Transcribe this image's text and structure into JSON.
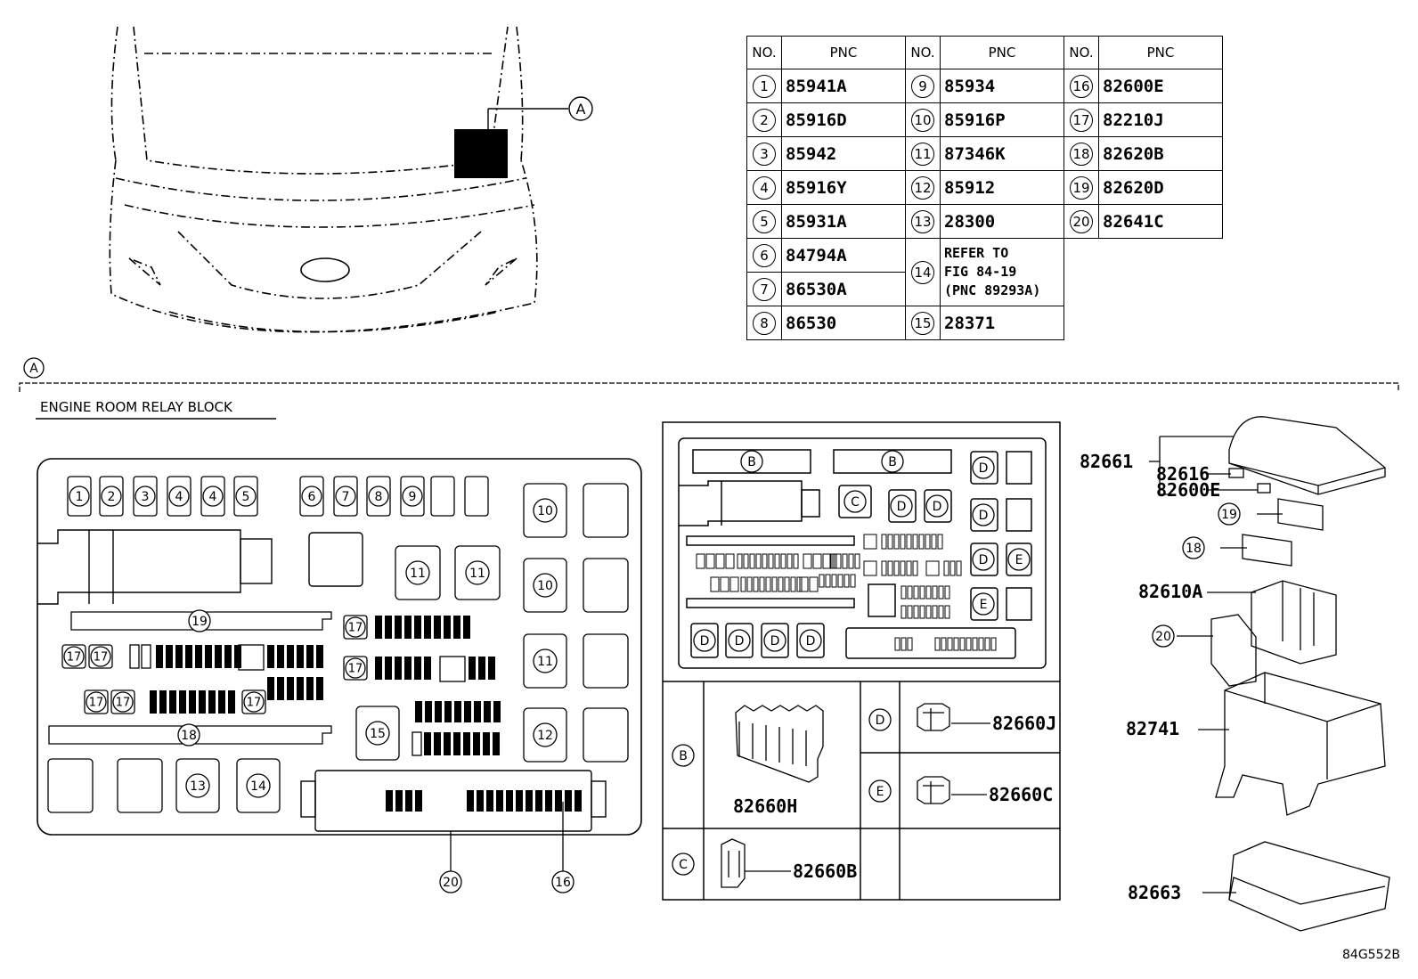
{
  "callout_a": "A",
  "section_a_marker": "A",
  "section_title": "ENGINE ROOM RELAY BLOCK",
  "pnc_table": {
    "headers": [
      "NO.",
      "PNC",
      "NO.",
      "PNC",
      "NO.",
      "PNC"
    ],
    "rows": [
      [
        {
          "no": "1",
          "pnc": "85941A"
        },
        {
          "no": "9",
          "pnc": "85934"
        },
        {
          "no": "16",
          "pnc": "82600E"
        }
      ],
      [
        {
          "no": "2",
          "pnc": "85916D"
        },
        {
          "no": "10",
          "pnc": "85916P"
        },
        {
          "no": "17",
          "pnc": "82210J"
        }
      ],
      [
        {
          "no": "3",
          "pnc": "85942"
        },
        {
          "no": "11",
          "pnc": "87346K"
        },
        {
          "no": "18",
          "pnc": "82620B"
        }
      ],
      [
        {
          "no": "4",
          "pnc": "85916Y"
        },
        {
          "no": "12",
          "pnc": "85912"
        },
        {
          "no": "19",
          "pnc": "82620D"
        }
      ],
      [
        {
          "no": "5",
          "pnc": "85931A"
        },
        {
          "no": "13",
          "pnc": "28300"
        },
        {
          "no": "20",
          "pnc": "82641C"
        }
      ]
    ],
    "row6": {
      "no": "6",
      "pnc": "84794A"
    },
    "row7": {
      "no": "7",
      "pnc": "86530A"
    },
    "row8": {
      "no": "8",
      "pnc": "86530"
    },
    "item14": {
      "no": "14",
      "text": "REFER TO\nFIG 84-19\n(PNC 89293A)"
    },
    "item15": {
      "no": "15",
      "pnc": "28371"
    }
  },
  "relay_block": {
    "top_fuses_left": [
      "1",
      "2",
      "3",
      "4",
      "4",
      "5"
    ],
    "top_fuses_mid": [
      "6",
      "7",
      "8",
      "9"
    ],
    "relays": {
      "r10a": "10",
      "r10b": "10",
      "r11a": "11",
      "r11b": "11",
      "r11c": "11",
      "r12": "12",
      "r13": "13",
      "r14": "14",
      "r15": "15"
    },
    "bar19": "19",
    "bar18": "18",
    "mini17": [
      "17",
      "17",
      "17",
      "17",
      "17",
      "17",
      "17"
    ],
    "callout20": "20",
    "callout16": "16"
  },
  "locator": {
    "B": "B",
    "C": "C",
    "D": "D",
    "E": "E",
    "part_B": "82660H",
    "part_C": "82660B",
    "part_D": "82660J",
    "part_E": "82660C"
  },
  "exploded": {
    "p82661": "82661",
    "p82616": "82616",
    "p82600E": "82600E",
    "c19": "19",
    "c18": "18",
    "p82610A": "82610A",
    "c20": "20",
    "p82741": "82741",
    "p82663": "82663"
  },
  "figure_code": "84G552B"
}
